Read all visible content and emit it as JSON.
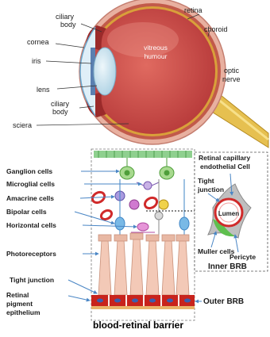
{
  "eye": {
    "labels": {
      "ciliary_body_top_1": "ciliary",
      "ciliary_body_top_2": "body",
      "retina": "retina",
      "cornea": "cornea",
      "choroid": "choroid",
      "iris": "iris",
      "vitreous_1": "vitreous",
      "vitreous_2": "humour",
      "optic_nerve_1": "optic",
      "optic_nerve_2": "nerve",
      "lens": "lens",
      "ciliary_body_bottom_1": "ciliary",
      "ciliary_body_bottom_2": "body",
      "sciera": "sciera"
    }
  },
  "barrier": {
    "left_labels": {
      "ganglion": "Ganglion cells",
      "microglial": "Microglial cells",
      "amacrine": "Amacrine cells",
      "bipolar": "Bipolar cells",
      "horizontal": "Horizontal cells",
      "photoreceptors": "Photoreceptors",
      "tight_junction": "Tight junction",
      "rpe_1": "Retinal",
      "rpe_2": "pigment",
      "rpe_3": "epithelium"
    },
    "inset": {
      "capillary_1": "Retinal capillary",
      "capillary_2": "endothelial Cell",
      "tight_1": "Tight",
      "tight_2": "junction",
      "lumen": "Lumen",
      "muller": "Muller cells",
      "pericyte": "Pericyte",
      "inner_brb": "Inner BRB"
    },
    "outer_brb": "Outer BRB",
    "caption": "blood-retinal barrier"
  },
  "colors": {
    "sclera": "#e8b0a0",
    "vitreous": "#cf5252",
    "lens": "#cfe6f2",
    "optic_nerve": "#e6c050",
    "rpe": "#c8231c",
    "photoreceptor": "#f3c9b7",
    "arrow_blue": "#4a86c5"
  }
}
